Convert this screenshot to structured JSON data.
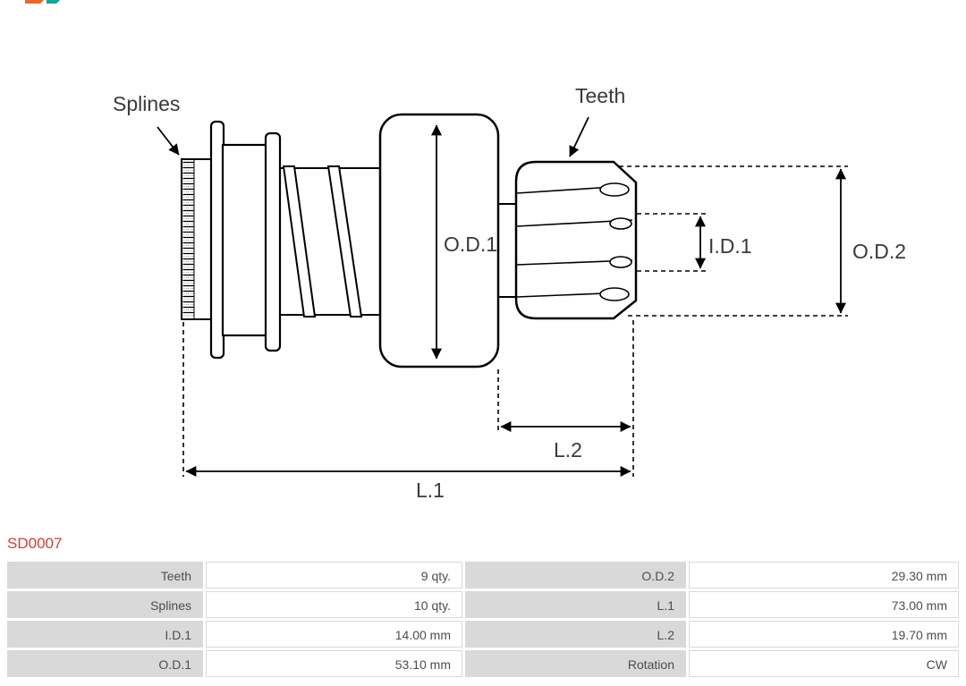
{
  "part_number": "SD0007",
  "diagram": {
    "labels": {
      "splines": "Splines",
      "teeth": "Teeth",
      "od1": "O.D.1",
      "id1": "I.D.1",
      "od2": "O.D.2",
      "l2": "L.2",
      "l1": "L.1"
    }
  },
  "table": {
    "rows": [
      {
        "c0": "Teeth",
        "c1": "9 qty.",
        "c2": "O.D.2",
        "c3": "29.30 mm"
      },
      {
        "c0": "Splines",
        "c1": "10 qty.",
        "c2": "L.1",
        "c3": "73.00 mm"
      },
      {
        "c0": "I.D.1",
        "c1": "14.00 mm",
        "c2": "L.2",
        "c3": "19.70 mm"
      },
      {
        "c0": "O.D.1",
        "c1": "53.10 mm",
        "c2": "Rotation",
        "c3": "CW"
      }
    ]
  },
  "colors": {
    "part_number_text": "#e03a30",
    "table_label_bg": "#d9d9d9",
    "drawing_line": "#000000",
    "brand_mark": [
      "#f26522",
      "#00a79d"
    ]
  }
}
